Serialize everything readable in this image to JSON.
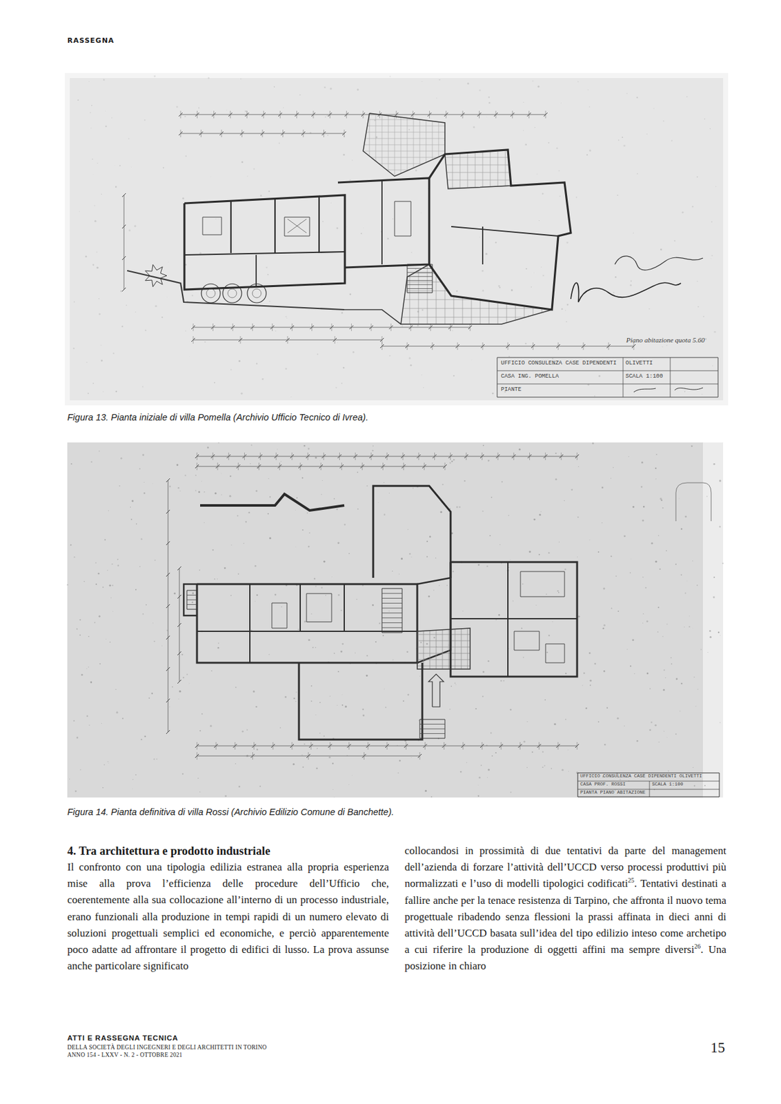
{
  "diagram": {
    "labels": [
      "RASSEGNA",
      "UFFICIO CONSULENZA CASE DIPENDENTI",
      "OLIVETTI",
      "CASA ING. POMELLA",
      "SCALA 1:100",
      "PIANTE",
      "Piano abitazione quota 5.60",
      "Figura 13. Pianta iniziale di villa Pomella (Archivio Ufficio Tecnico di Ivrea).",
      "UFFICIO CONSULENZA CASE DIPENDENTI OLIVETTI",
      "CASA PROF. ROSSI",
      "SCALA 1:100",
      "PIANTA PIANO ABITAZIONE",
      "Figura 14. Pianta definitiva di villa Rossi (Archivio Edilizio Comune di Banchette).",
      "4. Tra architettura e prodotto industriale",
      "Il confronto con una tipologia edilizia estranea alla propria esperienza mise alla prova l’efficienza delle procedure dell’Ufficio che, coerentemente alla sua collocazione all’interno di un processo industriale, erano funzionali alla produzione in tempi rapidi di un numero elevato di soluzioni progettuali semplici ed economiche, e perciò apparentemente poco adatte ad affrontare il progetto di edifici di lusso. La prova assunse anche particolare significato",
      "collocandosi in prossimità di due tentativi da parte del management dell’azienda di forzare l’attività dell’UCCD verso processi produttivi più normalizzati e l’uso di modelli tipologici codificati",
      "25",
      ". Tentativi destinati a fallire anche per la tenace resistenza di Tarpino, che affronta il nuovo tema progettuale ribadendo senza flessioni la prassi affinata in dieci anni di attività dell’UCCD basata sull’idea del tipo edilizio inteso come archetipo a cui riferire la produzione di oggetti affini ma sempre diversi",
      "26",
      ". Una posizione in chiaro",
      "ATTI E RASSEGNA TECNICA",
      "DELLA SOCIETÀ DEGLI INGEGNERI E DEGLI ARCHITETTI IN TORINO",
      "ANNO 154 - LXXV - N. 2 - OTTOBRE 2021",
      "15"
    ]
  }
}
